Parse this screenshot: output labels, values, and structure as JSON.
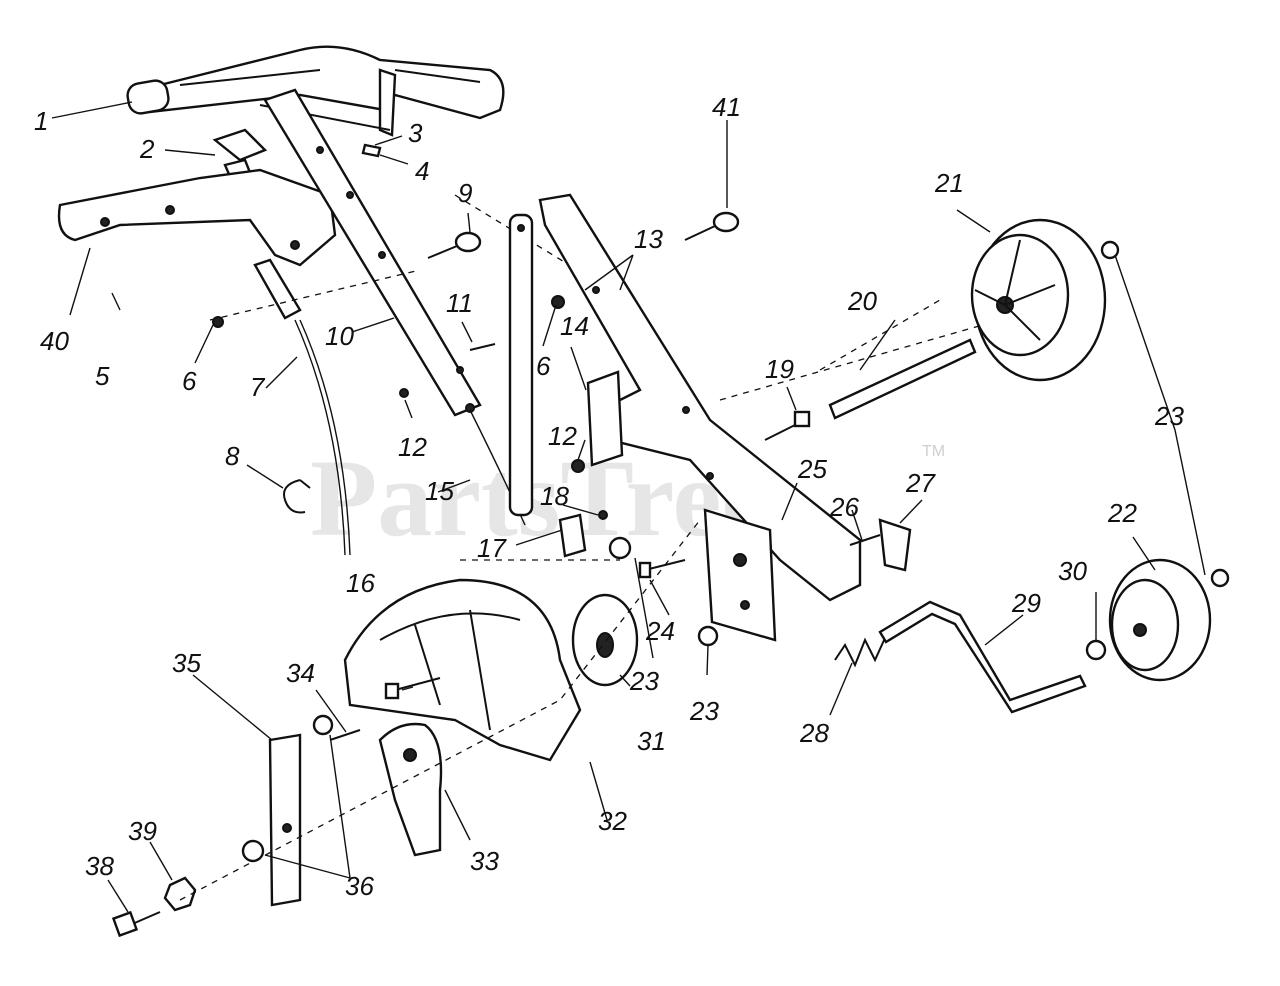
{
  "watermark": {
    "brand": "PartsTree",
    "tm": "TM"
  },
  "callouts": [
    {
      "id": "1",
      "label": "1"
    },
    {
      "id": "2",
      "label": "2"
    },
    {
      "id": "3",
      "label": "3"
    },
    {
      "id": "4",
      "label": "4"
    },
    {
      "id": "5",
      "label": "5"
    },
    {
      "id": "6a",
      "label": "6"
    },
    {
      "id": "6b",
      "label": "6"
    },
    {
      "id": "7",
      "label": "7"
    },
    {
      "id": "8",
      "label": "8"
    },
    {
      "id": "9",
      "label": "9"
    },
    {
      "id": "10",
      "label": "10"
    },
    {
      "id": "11",
      "label": "11"
    },
    {
      "id": "12a",
      "label": "12"
    },
    {
      "id": "12b",
      "label": "12"
    },
    {
      "id": "13",
      "label": "13"
    },
    {
      "id": "14",
      "label": "14"
    },
    {
      "id": "15",
      "label": "15"
    },
    {
      "id": "16",
      "label": "16"
    },
    {
      "id": "17",
      "label": "17"
    },
    {
      "id": "18",
      "label": "18"
    },
    {
      "id": "19",
      "label": "19"
    },
    {
      "id": "20",
      "label": "20"
    },
    {
      "id": "21",
      "label": "21"
    },
    {
      "id": "22",
      "label": "22"
    },
    {
      "id": "23a",
      "label": "23"
    },
    {
      "id": "23b",
      "label": "23"
    },
    {
      "id": "23c",
      "label": "23"
    },
    {
      "id": "24",
      "label": "24"
    },
    {
      "id": "25",
      "label": "25"
    },
    {
      "id": "26",
      "label": "26"
    },
    {
      "id": "27",
      "label": "27"
    },
    {
      "id": "28",
      "label": "28"
    },
    {
      "id": "29",
      "label": "29"
    },
    {
      "id": "30",
      "label": "30"
    },
    {
      "id": "31",
      "label": "31"
    },
    {
      "id": "32",
      "label": "32"
    },
    {
      "id": "33",
      "label": "33"
    },
    {
      "id": "34",
      "label": "34"
    },
    {
      "id": "35",
      "label": "35"
    },
    {
      "id": "36",
      "label": "36"
    },
    {
      "id": "38",
      "label": "38"
    },
    {
      "id": "39",
      "label": "39"
    },
    {
      "id": "40",
      "label": "40"
    },
    {
      "id": "41",
      "label": "41"
    }
  ]
}
